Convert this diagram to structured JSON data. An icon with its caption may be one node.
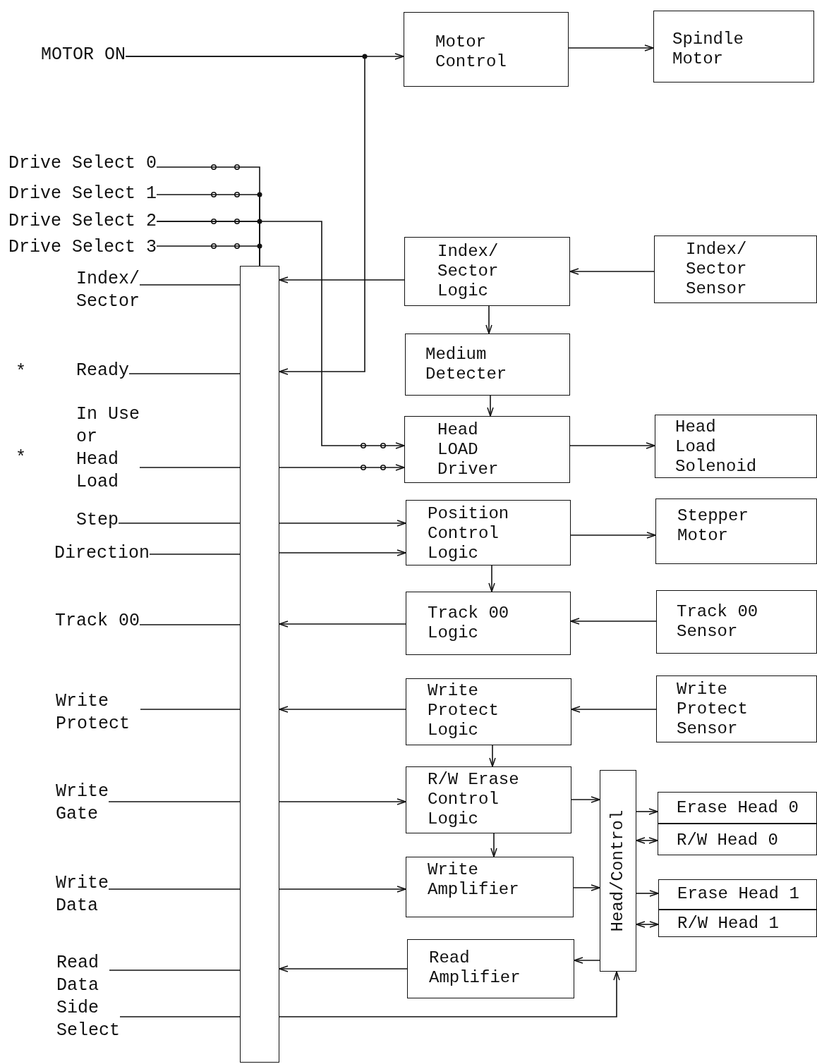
{
  "diagram": {
    "nodes": [
      {
        "text": [
          "MOTOR ON"
        ]
      },
      {
        "text": [
          "Motor Control"
        ]
      },
      {
        "text": [
          "Spindle Motor"
        ]
      },
      {
        "text": [
          "Drive Select 0"
        ]
      },
      {
        "text": [
          "Drive Select 1"
        ]
      },
      {
        "text": [
          "Drive Select 2"
        ]
      },
      {
        "text": [
          "Drive Select 3"
        ]
      },
      {
        "text": [],
        "shape": "bar"
      },
      {
        "text": [
          "Index/ Sector"
        ]
      },
      {
        "text": [
          "Index/ Sector Logic"
        ]
      },
      {
        "text": [
          "Index/ Sector Sensor"
        ]
      },
      {
        "text": [
          "Ready"
        ],
        "beside": [
          "*"
        ]
      },
      {
        "text": [
          "Medium Detecter"
        ]
      },
      {
        "text": [
          "In Use or Head Load"
        ],
        "beside": [
          "*"
        ]
      },
      {
        "text": [
          "Head LOAD Driver"
        ]
      },
      {
        "text": [
          "Head Load Solenoid"
        ]
      },
      {
        "text": [
          "Step"
        ]
      },
      {
        "text": [
          "Direction"
        ]
      },
      {
        "text": [
          "Position Control Logic"
        ]
      },
      {
        "text": [
          "Stepper Motor"
        ]
      },
      {
        "text": [
          "Track 00"
        ]
      },
      {
        "text": [
          "Track 00 Logic"
        ]
      },
      {
        "text": [
          "Track 00 Sensor"
        ]
      },
      {
        "text": [
          "Write Protect"
        ]
      },
      {
        "text": [
          "Write Protect Logic"
        ]
      },
      {
        "text": [
          "Write Protect Sensor"
        ]
      },
      {
        "text": [
          "Write Gate"
        ]
      },
      {
        "text": [
          "R/W Erase Control Logic"
        ]
      },
      {
        "text": [
          "Write Data"
        ]
      },
      {
        "text": [
          "Write Amplifier"
        ]
      },
      {
        "text": [
          "Head/Control"
        ]
      },
      {
        "text": [
          "Erase Head 0"
        ]
      },
      {
        "text": [
          "R/W Head 0"
        ]
      },
      {
        "text": [
          "Erase Head 1"
        ]
      },
      {
        "text": [
          "R/W Head 1"
        ]
      },
      {
        "text": [
          "Read Data"
        ]
      },
      {
        "text": [
          "Read Amplifier"
        ]
      },
      {
        "text": [
          "Side Select"
        ]
      }
    ],
    "edges": [
      {
        "from": 0,
        "to": 1,
        "arrow": "to"
      },
      {
        "from": 0,
        "to": 7,
        "arrow": "to"
      },
      {
        "from": 1,
        "to": 2,
        "arrow": "to"
      },
      {
        "from": 3,
        "to": 7,
        "arrow": "none"
      },
      {
        "from": 4,
        "to": 7,
        "arrow": "none"
      },
      {
        "from": 5,
        "to": 7,
        "arrow": "none"
      },
      {
        "from": 6,
        "to": 7,
        "arrow": "none"
      },
      {
        "from": 5,
        "to": 14,
        "arrow": "to"
      },
      {
        "from": 8,
        "to": 7,
        "arrow": "none"
      },
      {
        "from": 9,
        "to": 7,
        "arrow": "to"
      },
      {
        "from": 10,
        "to": 9,
        "arrow": "to"
      },
      {
        "from": 9,
        "to": 12,
        "arrow": "to"
      },
      {
        "from": 11,
        "to": 7,
        "arrow": "none"
      },
      {
        "from": 12,
        "to": 14,
        "arrow": "to"
      },
      {
        "from": 13,
        "to": 7,
        "arrow": "none"
      },
      {
        "from": 7,
        "to": 14,
        "arrow": "to"
      },
      {
        "from": 14,
        "to": 15,
        "arrow": "to"
      },
      {
        "from": 16,
        "to": 7,
        "arrow": "none"
      },
      {
        "from": 7,
        "to": 18,
        "arrow": "to"
      },
      {
        "from": 17,
        "to": 7,
        "arrow": "none"
      },
      {
        "from": 7,
        "to": 18,
        "arrow": "to"
      },
      {
        "from": 18,
        "to": 19,
        "arrow": "to"
      },
      {
        "from": 18,
        "to": 21,
        "arrow": "to"
      },
      {
        "from": 20,
        "to": 7,
        "arrow": "none"
      },
      {
        "from": 21,
        "to": 7,
        "arrow": "to"
      },
      {
        "from": 22,
        "to": 21,
        "arrow": "to"
      },
      {
        "from": 23,
        "to": 7,
        "arrow": "none"
      },
      {
        "from": 24,
        "to": 7,
        "arrow": "to"
      },
      {
        "from": 25,
        "to": 24,
        "arrow": "to"
      },
      {
        "from": 24,
        "to": 27,
        "arrow": "to"
      },
      {
        "from": 26,
        "to": 7,
        "arrow": "none"
      },
      {
        "from": 7,
        "to": 27,
        "arrow": "to"
      },
      {
        "from": 27,
        "to": 30,
        "arrow": "to"
      },
      {
        "from": 27,
        "to": 29,
        "arrow": "to"
      },
      {
        "from": 28,
        "to": 7,
        "arrow": "none"
      },
      {
        "from": 7,
        "to": 29,
        "arrow": "to"
      },
      {
        "from": 29,
        "to": 30,
        "arrow": "to"
      },
      {
        "from": 30,
        "to": 31,
        "arrow": "to"
      },
      {
        "from": 30,
        "to": 32,
        "arrow": "both"
      },
      {
        "from": 30,
        "to": 33,
        "arrow": "to"
      },
      {
        "from": 30,
        "to": 34,
        "arrow": "both"
      },
      {
        "from": 30,
        "to": 36,
        "arrow": "to"
      },
      {
        "from": 36,
        "to": 7,
        "arrow": "to"
      },
      {
        "from": 35,
        "to": 7,
        "arrow": "none"
      },
      {
        "from": 37,
        "to": 7,
        "arrow": "none"
      },
      {
        "from": 7,
        "to": 30,
        "arrow": "to"
      }
    ]
  }
}
